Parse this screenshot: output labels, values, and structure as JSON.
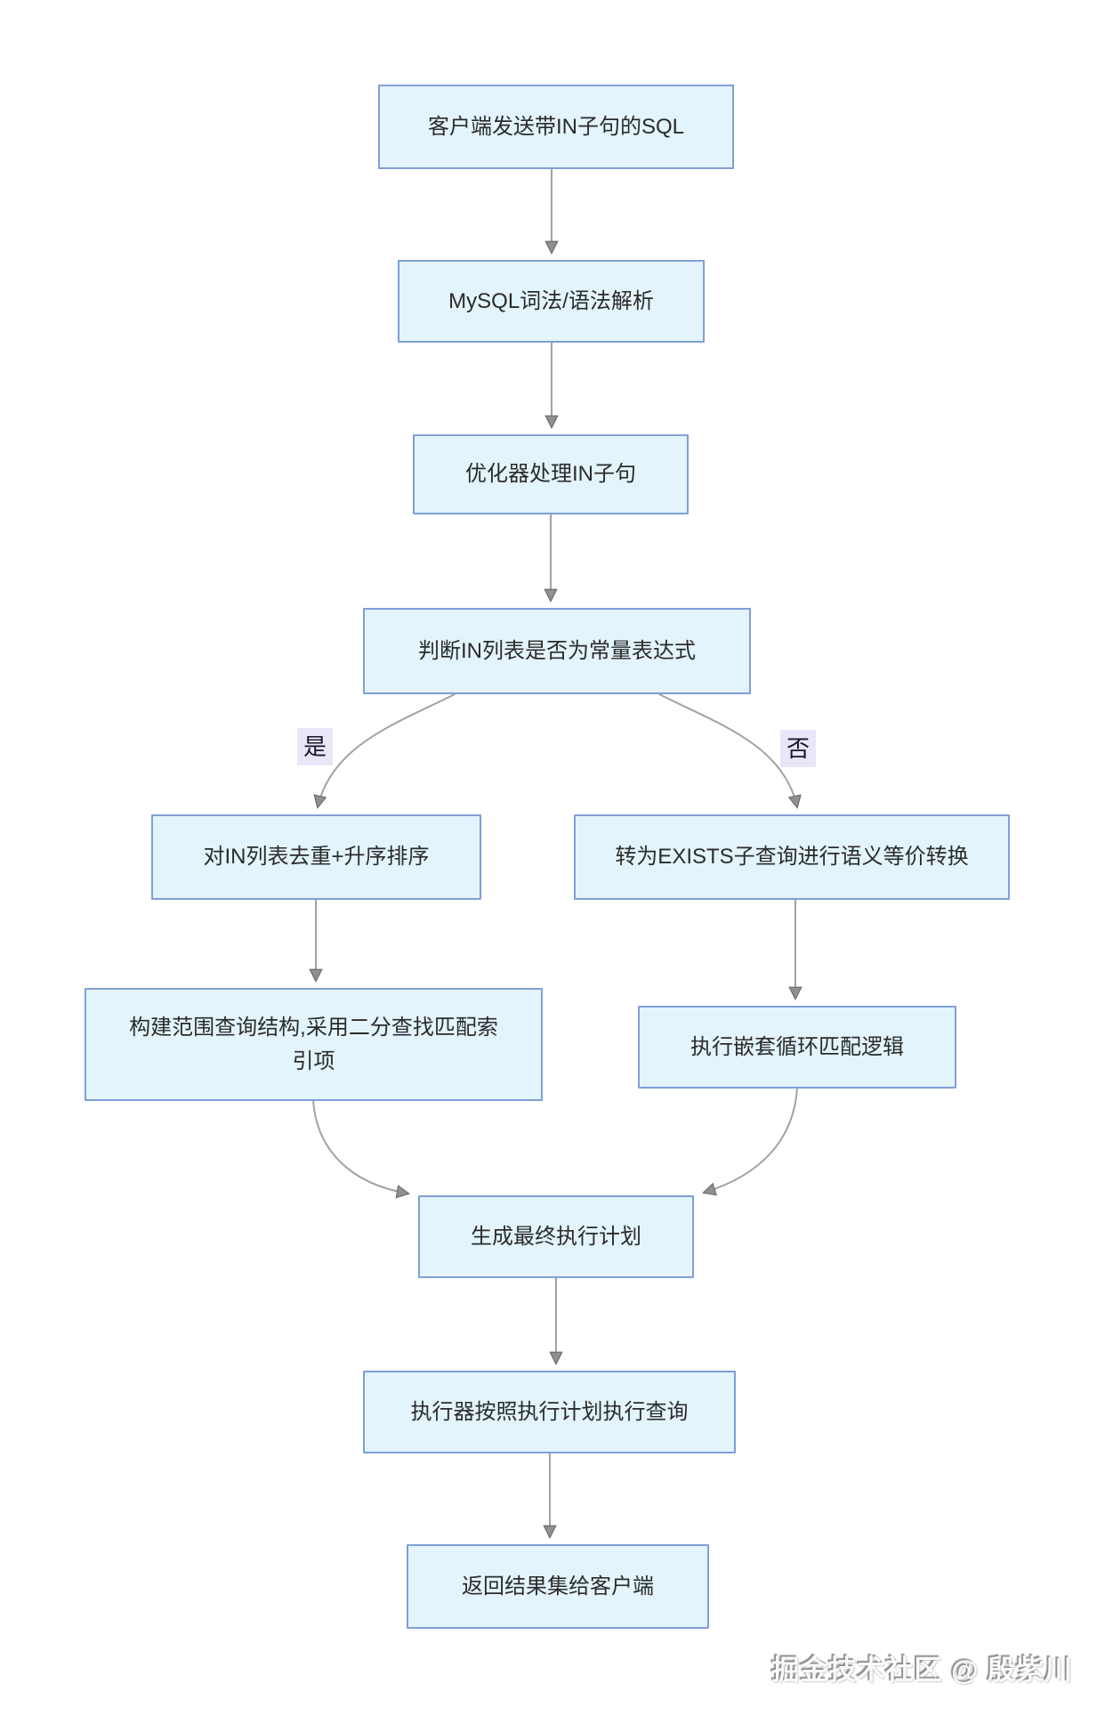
{
  "page": {
    "background_color": "#ffffff"
  },
  "colors": {
    "node_fill": "#e3f4fc",
    "node_border": "#7f9fd8",
    "edge_line": "#a2a2a2",
    "arrowhead_fill": "#909090",
    "edge_label_bg": "#eae6f8",
    "node_text": "#2b2b2b"
  },
  "flowchart": {
    "type": "flowchart",
    "nodes": [
      {
        "id": "client-send",
        "label": "客户端发送带IN子句的SQL"
      },
      {
        "id": "parse",
        "label": "MySQL词法/语法解析"
      },
      {
        "id": "optimizer",
        "label": "优化器处理IN子句"
      },
      {
        "id": "judge-constant",
        "label": "判断IN列表是否为常量表达式"
      },
      {
        "id": "dedupe-sort",
        "label": "对IN列表去重+升序排序"
      },
      {
        "id": "exists-convert",
        "label": "转为EXISTS子查询进行语义等价转换"
      },
      {
        "id": "range-build",
        "label": "构建范围查询结构,采用二分查找匹配索引项"
      },
      {
        "id": "nested-loop",
        "label": "执行嵌套循环匹配逻辑"
      },
      {
        "id": "final-plan",
        "label": "生成最终执行计划"
      },
      {
        "id": "execute-query",
        "label": "执行器按照执行计划执行查询"
      },
      {
        "id": "return-result",
        "label": "返回结果集给客户端"
      }
    ],
    "edges": [
      {
        "from": "client-send",
        "to": "parse",
        "label": ""
      },
      {
        "from": "parse",
        "to": "optimizer",
        "label": ""
      },
      {
        "from": "optimizer",
        "to": "judge-constant",
        "label": ""
      },
      {
        "from": "judge-constant",
        "to": "dedupe-sort",
        "label": "是"
      },
      {
        "from": "judge-constant",
        "to": "exists-convert",
        "label": "否"
      },
      {
        "from": "dedupe-sort",
        "to": "range-build",
        "label": ""
      },
      {
        "from": "exists-convert",
        "to": "nested-loop",
        "label": ""
      },
      {
        "from": "range-build",
        "to": "final-plan",
        "label": ""
      },
      {
        "from": "nested-loop",
        "to": "final-plan",
        "label": ""
      },
      {
        "from": "final-plan",
        "to": "execute-query",
        "label": ""
      },
      {
        "from": "execute-query",
        "to": "return-result",
        "label": ""
      }
    ]
  },
  "watermark": {
    "text": "掘金技术社区 @ 殷紫川"
  }
}
